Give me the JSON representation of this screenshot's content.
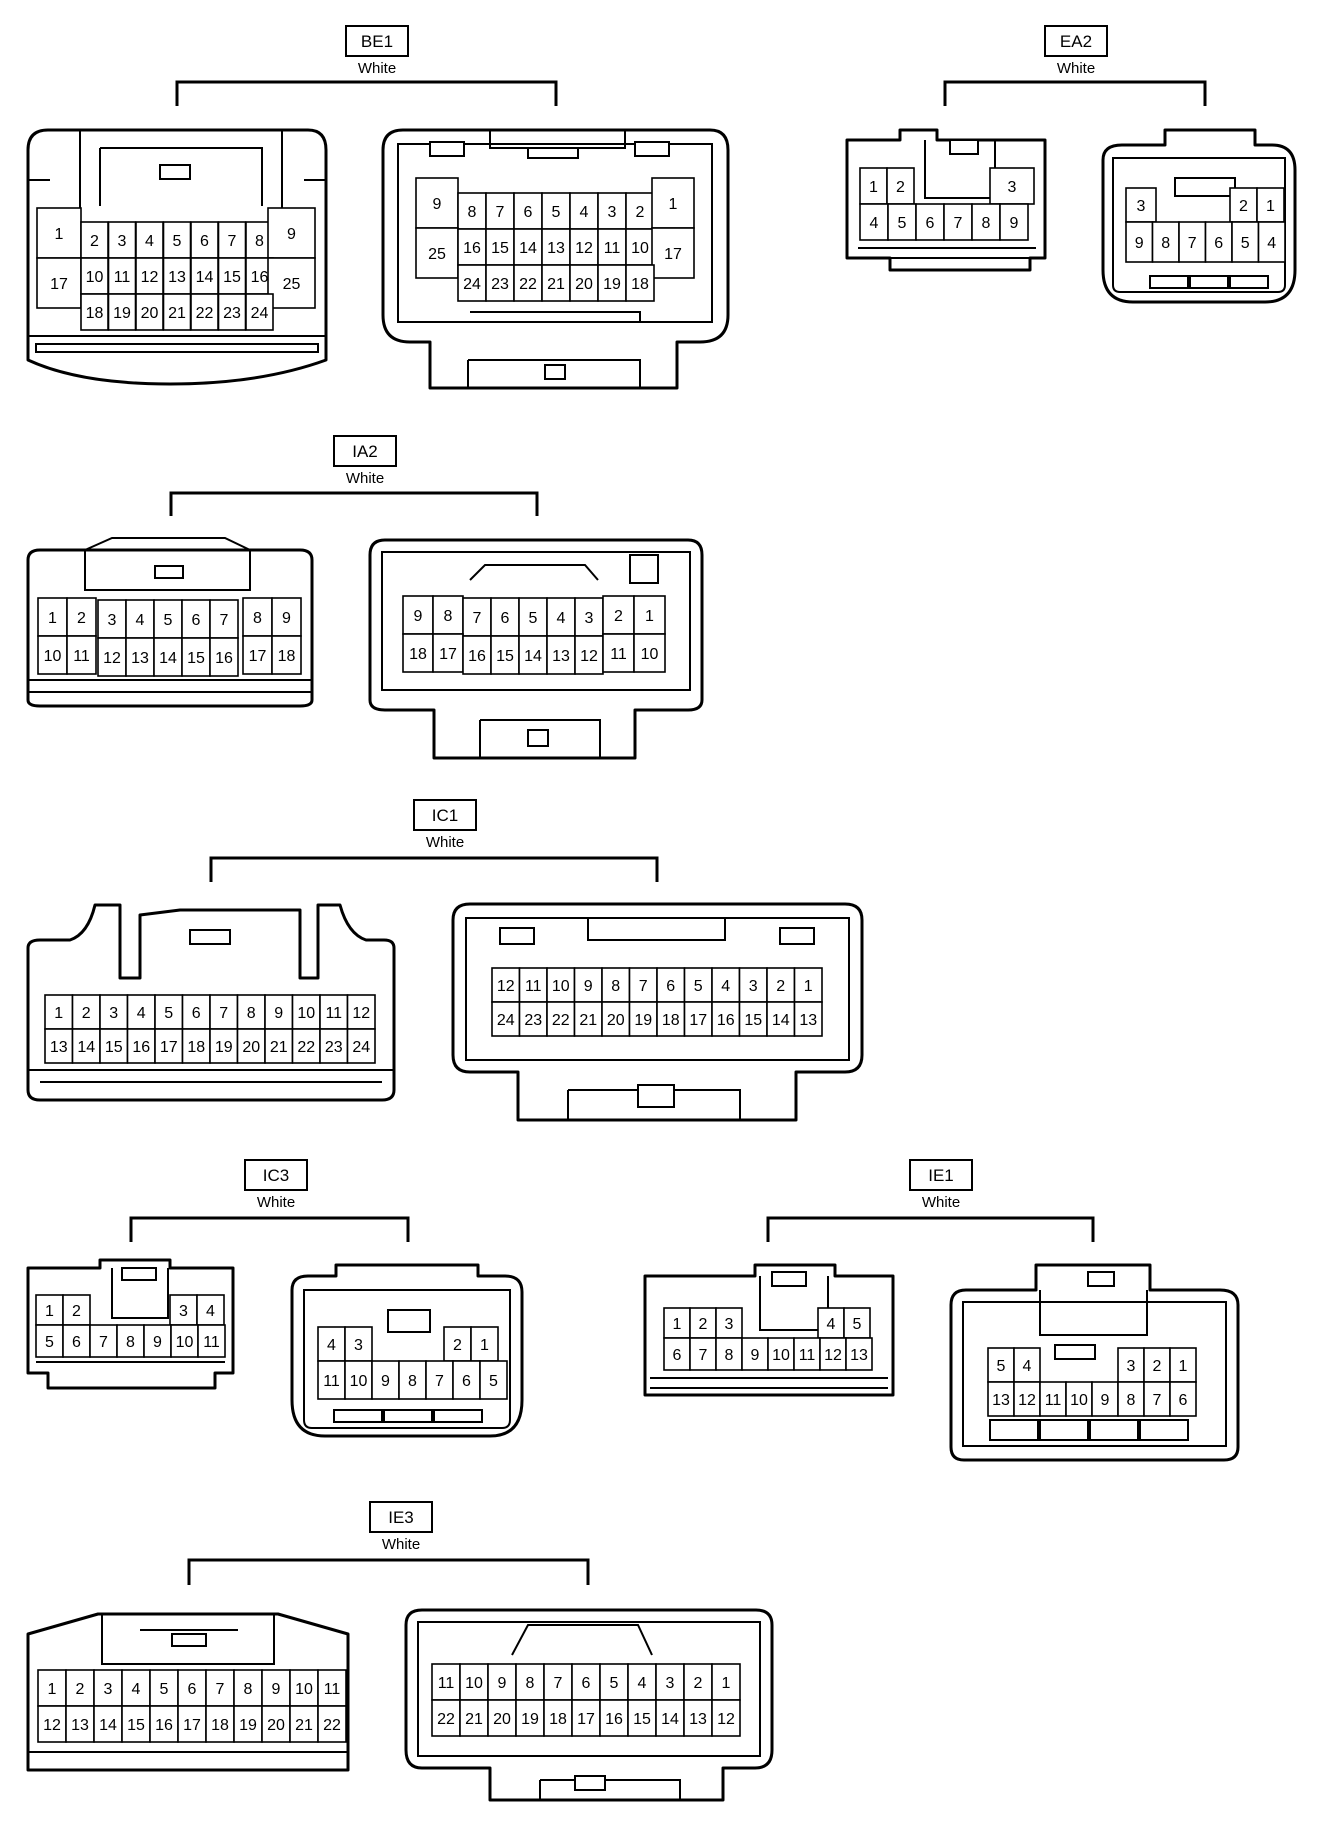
{
  "connectors": [
    {
      "id": "BE1",
      "color": "White",
      "views": [
        {
          "rows": [
            [
              "1",
              "2",
              "3",
              "4",
              "5",
              "6",
              "7",
              "8",
              "9"
            ],
            [
              "17",
              "10",
              "11",
              "12",
              "13",
              "14",
              "15",
              "16",
              "25"
            ],
            [
              "18",
              "19",
              "20",
              "21",
              "22",
              "23",
              "24"
            ]
          ]
        },
        {
          "rows": [
            [
              "9",
              "8",
              "7",
              "6",
              "5",
              "4",
              "3",
              "2",
              "1"
            ],
            [
              "25",
              "16",
              "15",
              "14",
              "13",
              "12",
              "11",
              "10",
              "17"
            ],
            [
              "24",
              "23",
              "22",
              "21",
              "20",
              "19",
              "18"
            ]
          ]
        }
      ]
    },
    {
      "id": "EA2",
      "color": "White",
      "views": [
        {
          "rows": [
            [
              "1",
              "2",
              "3"
            ],
            [
              "4",
              "5",
              "6",
              "7",
              "8",
              "9"
            ]
          ]
        },
        {
          "rows": [
            [
              "3",
              "2",
              "1"
            ],
            [
              "9",
              "8",
              "7",
              "6",
              "5",
              "4"
            ]
          ]
        }
      ]
    },
    {
      "id": "IA2",
      "color": "White",
      "views": [
        {
          "rows": [
            [
              "1",
              "2",
              "3",
              "4",
              "5",
              "6",
              "7",
              "8",
              "9"
            ],
            [
              "10",
              "11",
              "12",
              "13",
              "14",
              "15",
              "16",
              "17",
              "18"
            ]
          ]
        },
        {
          "rows": [
            [
              "9",
              "8",
              "7",
              "6",
              "5",
              "4",
              "3",
              "2",
              "1"
            ],
            [
              "18",
              "17",
              "16",
              "15",
              "14",
              "13",
              "12",
              "11",
              "10"
            ]
          ]
        }
      ]
    },
    {
      "id": "IC1",
      "color": "White",
      "views": [
        {
          "rows": [
            [
              "1",
              "2",
              "3",
              "4",
              "5",
              "6",
              "7",
              "8",
              "9",
              "10",
              "11",
              "12"
            ],
            [
              "13",
              "14",
              "15",
              "16",
              "17",
              "18",
              "19",
              "20",
              "21",
              "22",
              "23",
              "24"
            ]
          ]
        },
        {
          "rows": [
            [
              "12",
              "11",
              "10",
              "9",
              "8",
              "7",
              "6",
              "5",
              "4",
              "3",
              "2",
              "1"
            ],
            [
              "24",
              "23",
              "22",
              "21",
              "20",
              "19",
              "18",
              "17",
              "16",
              "15",
              "14",
              "13"
            ]
          ]
        }
      ]
    },
    {
      "id": "IC3",
      "color": "White",
      "views": [
        {
          "rows": [
            [
              "1",
              "2",
              "3",
              "4"
            ],
            [
              "5",
              "6",
              "7",
              "8",
              "9",
              "10",
              "11"
            ]
          ]
        },
        {
          "rows": [
            [
              "4",
              "3",
              "2",
              "1"
            ],
            [
              "11",
              "10",
              "9",
              "8",
              "7",
              "6",
              "5"
            ]
          ]
        }
      ]
    },
    {
      "id": "IE1",
      "color": "White",
      "views": [
        {
          "rows": [
            [
              "1",
              "2",
              "3",
              "4",
              "5"
            ],
            [
              "6",
              "7",
              "8",
              "9",
              "10",
              "11",
              "12",
              "13"
            ]
          ]
        },
        {
          "rows": [
            [
              "5",
              "4",
              "3",
              "2",
              "1"
            ],
            [
              "13",
              "12",
              "11",
              "10",
              "9",
              "8",
              "7",
              "6"
            ]
          ]
        }
      ]
    },
    {
      "id": "IE3",
      "color": "White",
      "views": [
        {
          "rows": [
            [
              "1",
              "2",
              "3",
              "4",
              "5",
              "6",
              "7",
              "8",
              "9",
              "10",
              "11"
            ],
            [
              "12",
              "13",
              "14",
              "15",
              "16",
              "17",
              "18",
              "19",
              "20",
              "21",
              "22"
            ]
          ]
        },
        {
          "rows": [
            [
              "11",
              "10",
              "9",
              "8",
              "7",
              "6",
              "5",
              "4",
              "3",
              "2",
              "1"
            ],
            [
              "22",
              "21",
              "20",
              "19",
              "18",
              "17",
              "16",
              "15",
              "14",
              "13",
              "12"
            ]
          ]
        }
      ]
    }
  ]
}
